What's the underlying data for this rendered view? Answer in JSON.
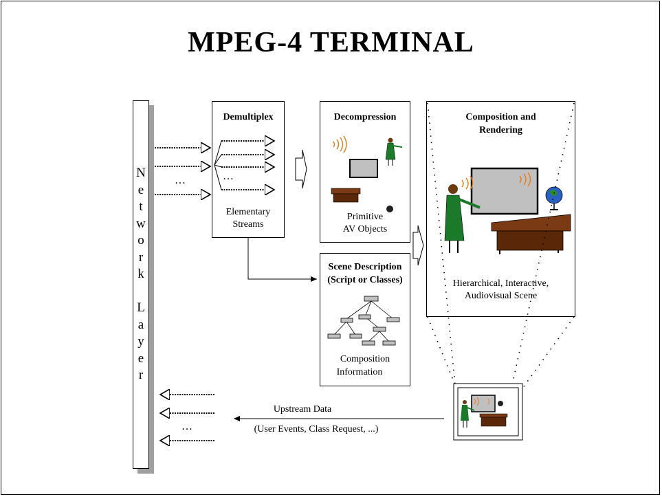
{
  "title": "MPEG-4  TERMINAL",
  "network_layer": {
    "letters": [
      "N",
      "e",
      "t",
      "w",
      "o",
      "r",
      "k",
      " ",
      "L",
      "a",
      "y",
      "e",
      "r"
    ]
  },
  "demultiplex": {
    "title": "Demultiplex",
    "caption_line1": "Elementary",
    "caption_line2": "Streams",
    "ellipsis": "…"
  },
  "incoming_ellipsis": "…",
  "decompression": {
    "title": "Decompression",
    "caption_line1": "Primitive",
    "caption_line2": "AV Objects"
  },
  "scene_description": {
    "title_line1": "Scene Description",
    "title_line2": "(Script or Classes)",
    "caption_line1": "Composition",
    "caption_line2": "Information"
  },
  "composition": {
    "title_line1": "Composition and",
    "title_line2": "Rendering",
    "caption_line1": "Hierarchical, Interactive,",
    "caption_line2": "Audiovisual Scene"
  },
  "upstream": {
    "label": "Upstream Data",
    "detail": "(User Events, Class Request, ...)",
    "ellipsis": "…"
  },
  "colors": {
    "screen_fill": "#c0c0c0",
    "desk": "#7a3a14",
    "figure_green": "#1a7a2a",
    "sound_wave": "#e08020",
    "globe": "#2a60c0",
    "node_fill": "#c0c0c0"
  }
}
